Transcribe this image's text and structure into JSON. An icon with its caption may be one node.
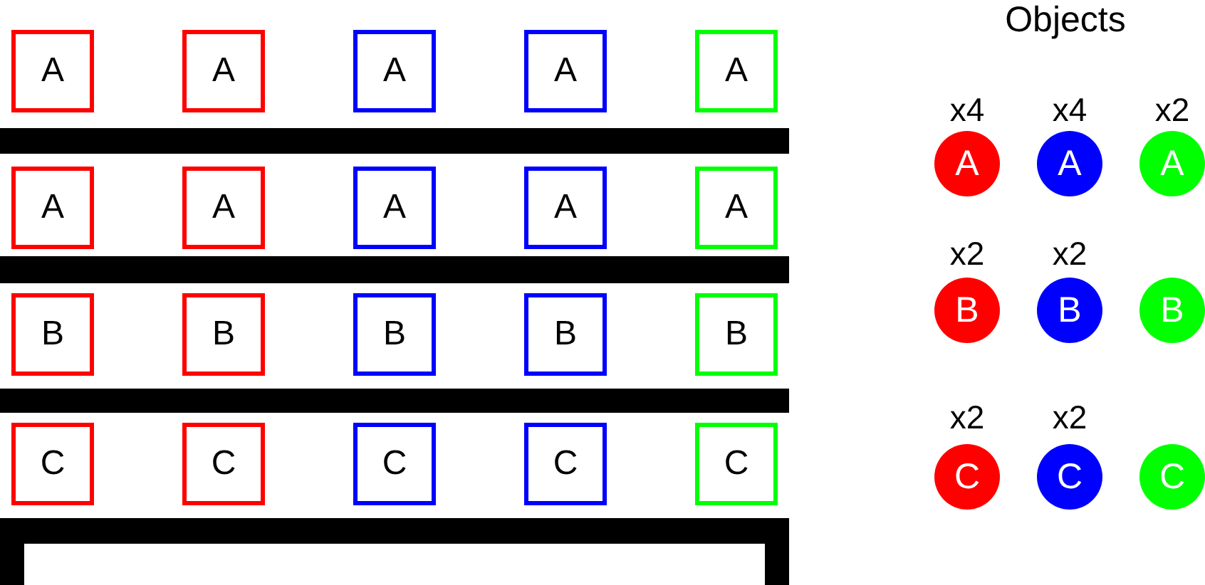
{
  "diagram": {
    "nodes": [
      {
        "text": [
          "A"
        ]
      },
      {
        "text": [
          "A"
        ]
      },
      {
        "text": [
          "A"
        ]
      },
      {
        "text": [
          "A"
        ]
      },
      {
        "text": [
          "A"
        ]
      },
      {
        "text": [
          "A"
        ]
      },
      {
        "text": [
          "A"
        ]
      },
      {
        "text": [
          "A"
        ]
      },
      {
        "text": [
          "A"
        ]
      },
      {
        "text": [
          "A"
        ]
      },
      {
        "text": [
          "B"
        ]
      },
      {
        "text": [
          "B"
        ]
      },
      {
        "text": [
          "B"
        ]
      },
      {
        "text": [
          "B"
        ]
      },
      {
        "text": [
          "B"
        ]
      },
      {
        "text": [
          "C"
        ]
      },
      {
        "text": [
          "C"
        ]
      },
      {
        "text": [
          "C"
        ]
      },
      {
        "text": [
          "C"
        ]
      },
      {
        "text": [
          "C"
        ]
      },
      {
        "text": [
          "A"
        ],
        "beside": [
          "x4"
        ]
      },
      {
        "text": [
          "A"
        ],
        "beside": [
          "x4"
        ]
      },
      {
        "text": [
          "A"
        ],
        "beside": [
          "x2"
        ]
      },
      {
        "text": [
          "B"
        ],
        "beside": [
          "x2"
        ]
      },
      {
        "text": [
          "B"
        ],
        "beside": [
          "x2"
        ]
      },
      {
        "text": [
          "B"
        ]
      },
      {
        "text": [
          "C"
        ],
        "beside": [
          "x2"
        ]
      },
      {
        "text": [
          "C"
        ],
        "beside": [
          "x2"
        ]
      },
      {
        "text": [
          "C"
        ]
      }
    ],
    "labels": [
      "Objects"
    ]
  }
}
